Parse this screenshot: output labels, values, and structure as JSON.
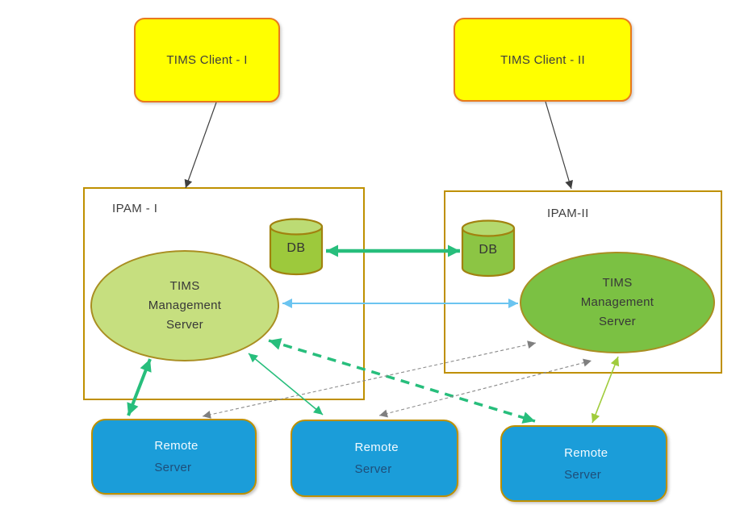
{
  "clients": [
    {
      "label": "TIMS Client - I"
    },
    {
      "label": "TIMS Client - II"
    }
  ],
  "zones": [
    {
      "label": "IPAM - I"
    },
    {
      "label": "IPAM-II"
    }
  ],
  "databases": [
    {
      "label": "DB"
    },
    {
      "label": "DB"
    }
  ],
  "management_servers": [
    {
      "line1": "TIMS",
      "line2": "Management",
      "line3": "Server"
    },
    {
      "line1": "TIMS",
      "line2": "Management",
      "line3": "Server"
    }
  ],
  "remote_servers": [
    {
      "line1": "Remote",
      "line2": "Server"
    },
    {
      "line1": "Remote",
      "line2": "Server"
    },
    {
      "line1": "Remote",
      "line2": "Server"
    }
  ],
  "connections": [
    {
      "from": "TIMS Client - I",
      "to": "IPAM - I",
      "style": "solid-black-thin",
      "arrows": "one-way"
    },
    {
      "from": "TIMS Client - II",
      "to": "IPAM-II",
      "style": "solid-black-thin",
      "arrows": "one-way"
    },
    {
      "from": "DB (IPAM - I)",
      "to": "DB (IPAM-II)",
      "style": "solid-green-thick",
      "arrows": "two-way"
    },
    {
      "from": "TIMS Management Server (IPAM - I)",
      "to": "TIMS Management Server (IPAM-II)",
      "style": "solid-blue",
      "arrows": "two-way"
    },
    {
      "from": "TIMS Management Server (IPAM - I)",
      "to": "Remote Server 1",
      "style": "solid-green-thick",
      "arrows": "two-way"
    },
    {
      "from": "TIMS Management Server (IPAM - I)",
      "to": "Remote Server 2",
      "style": "solid-green-thin",
      "arrows": "two-way"
    },
    {
      "from": "TIMS Management Server (IPAM - I)",
      "to": "Remote Server 3",
      "style": "dashed-green-thick",
      "arrows": "two-way"
    },
    {
      "from": "Remote Server 1",
      "to": "TIMS Management Server (IPAM-II)",
      "style": "dashed-gray-thin",
      "arrows": "two-way"
    },
    {
      "from": "Remote Server 2",
      "to": "TIMS Management Server (IPAM-II)",
      "style": "dashed-gray-thin",
      "arrows": "two-way"
    },
    {
      "from": "Remote Server 3",
      "to": "TIMS Management Server (IPAM-II)",
      "style": "solid-chartreuse-thin",
      "arrows": "two-way"
    }
  ],
  "colors": {
    "client_fill": "#FFFF00",
    "client_border": "#E8791E",
    "zone_border": "#BF9000",
    "db_fill_1": "#9DC93C",
    "db_top_1": "#BCDB74",
    "db_fill_2": "#8CC544",
    "db_top_2": "#B4D96E",
    "db_border": "#A1820F",
    "mgmt_fill_1": "#C6DF7F",
    "mgmt_fill_2": "#7BC143",
    "mgmt_border": "#A98E21",
    "remote_fill": "#1B9DD9",
    "remote_border": "#BF9000",
    "arrow_black": "#3F3F3F",
    "arrow_emerald": "#27BE7C",
    "arrow_blue": "#6BC4F0",
    "arrow_gray": "#7F7F7F",
    "arrow_chartreuse": "#A0CC3C",
    "text_dark": "#3E3E3E",
    "remote_text_top": "#F2FAFF",
    "remote_text_bottom": "#1F4E79"
  }
}
